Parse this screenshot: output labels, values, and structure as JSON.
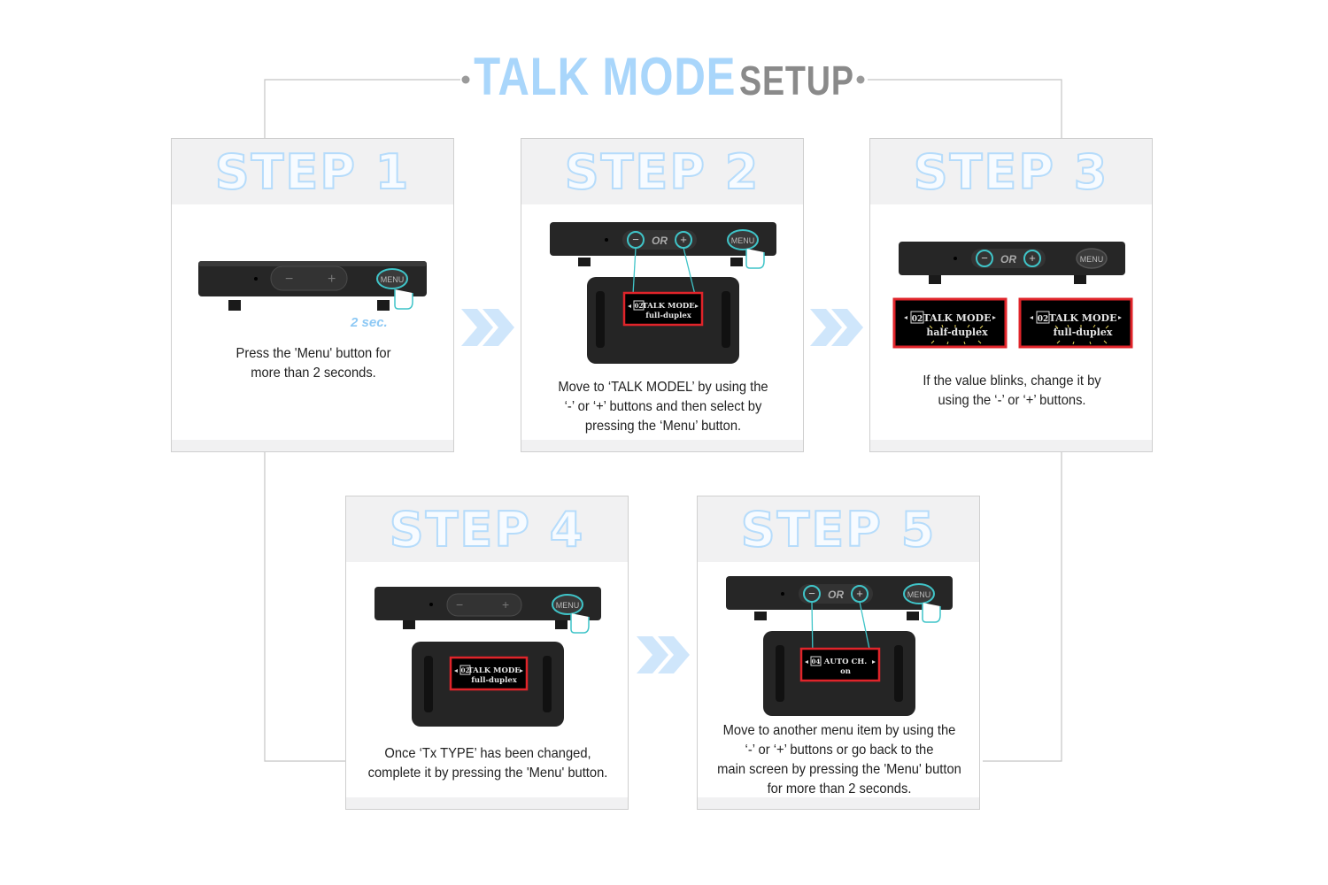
{
  "title": {
    "part1": "TALK MODE",
    "part2": "SETUP"
  },
  "colors": {
    "accent": "#a9d6fb",
    "highlight": "#e0242a",
    "teal": "#3fc4c8",
    "device": "#1d1d1d"
  },
  "steps": [
    {
      "label": "STEP 1",
      "desc1": "Press the 'Menu' button for",
      "desc2": "more than 2 seconds.",
      "hold": "2 sec.",
      "menu": "MENU"
    },
    {
      "label": "STEP 2",
      "desc1": "Move to ‘TALK MODEL’ by using the",
      "desc2": "‘-’ or ‘+’ buttons and then select by",
      "desc3": "pressing the ‘Menu’ button.",
      "or": "OR",
      "menu": "MENU",
      "screen": {
        "num": "02",
        "line1": "TALK MODE",
        "line2": "full-duplex"
      }
    },
    {
      "label": "STEP 3",
      "desc1": "If the value blinks, change it by",
      "desc2": "using the ‘-’ or ‘+’ buttons.",
      "or": "OR",
      "menu": "MENU",
      "screenA": {
        "num": "02",
        "line1": "TALK MODE",
        "line2": "half-duplex"
      },
      "screenB": {
        "num": "02",
        "line1": "TALK MODE",
        "line2": "full-duplex"
      }
    },
    {
      "label": "STEP 4",
      "desc1": "Once ‘Tx TYPE’ has been changed,",
      "desc2": "complete it by pressing the 'Menu' button.",
      "menu": "MENU",
      "screen": {
        "num": "02",
        "line1": "TALK MODE",
        "line2": "full-duplex"
      }
    },
    {
      "label": "STEP 5",
      "desc1": "Move to another menu item by using the",
      "desc2": "‘-’ or ‘+’ buttons or go back to the",
      "desc3": "main screen by pressing the 'Menu' button",
      "desc4": "for more than 2 seconds.",
      "or": "OR",
      "menu": "MENU",
      "screen": {
        "num": "04",
        "line1": "AUTO CH.",
        "line2": "on"
      }
    }
  ]
}
